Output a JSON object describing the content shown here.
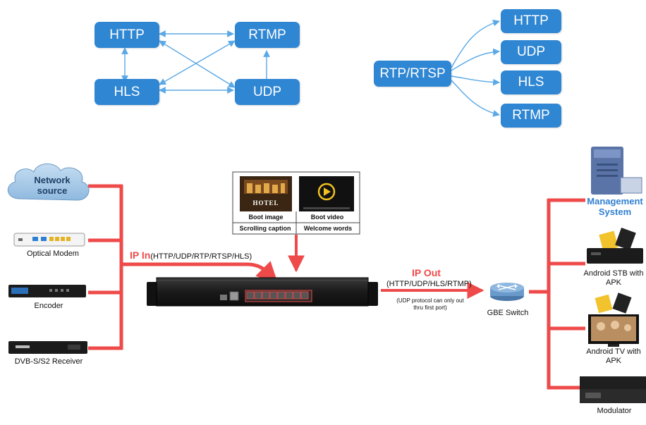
{
  "protocols_left": {
    "http": "HTTP",
    "rtmp": "RTMP",
    "hls": "HLS",
    "udp": "UDP"
  },
  "protocols_right": {
    "source": "RTP/RTSP",
    "http": "HTTP",
    "udp": "UDP",
    "hls": "HLS",
    "rtmp": "RTMP"
  },
  "sources": {
    "network": "Network source",
    "optical_modem": "Optical Modem",
    "encoder": "Encoder",
    "receiver": "DVB-S/S2 Receiver"
  },
  "panel": {
    "hotel": "HOTEL",
    "boot_image": "Boot image",
    "boot_video": "Boot video",
    "scrolling_caption": "Scrolling caption",
    "welcome_words": "Welcome words"
  },
  "ip_in": {
    "title": "IP In",
    "protocols": "(HTTP/UDP/RTP/RTSP/HLS)"
  },
  "ip_out": {
    "title": "IP Out",
    "protocols": "(HTTP/UDP/HLS/RTMP)",
    "note_line1": "(UDP protocol can only out",
    "note_line2": "thru first port)"
  },
  "switch_label": "GBE Switch",
  "outputs": {
    "management_line1": "Management",
    "management_line2": "System",
    "stb_line1": "Android STB with",
    "stb_line2": "APK",
    "tv_line1": "Android TV with",
    "tv_line2": "APK",
    "modulator": "Modulator"
  },
  "colors": {
    "protocol_box": "#2f86d3",
    "arrow": "#5aa8e6",
    "red_line": "#ef4a4a",
    "device": "#1b1b1b"
  }
}
